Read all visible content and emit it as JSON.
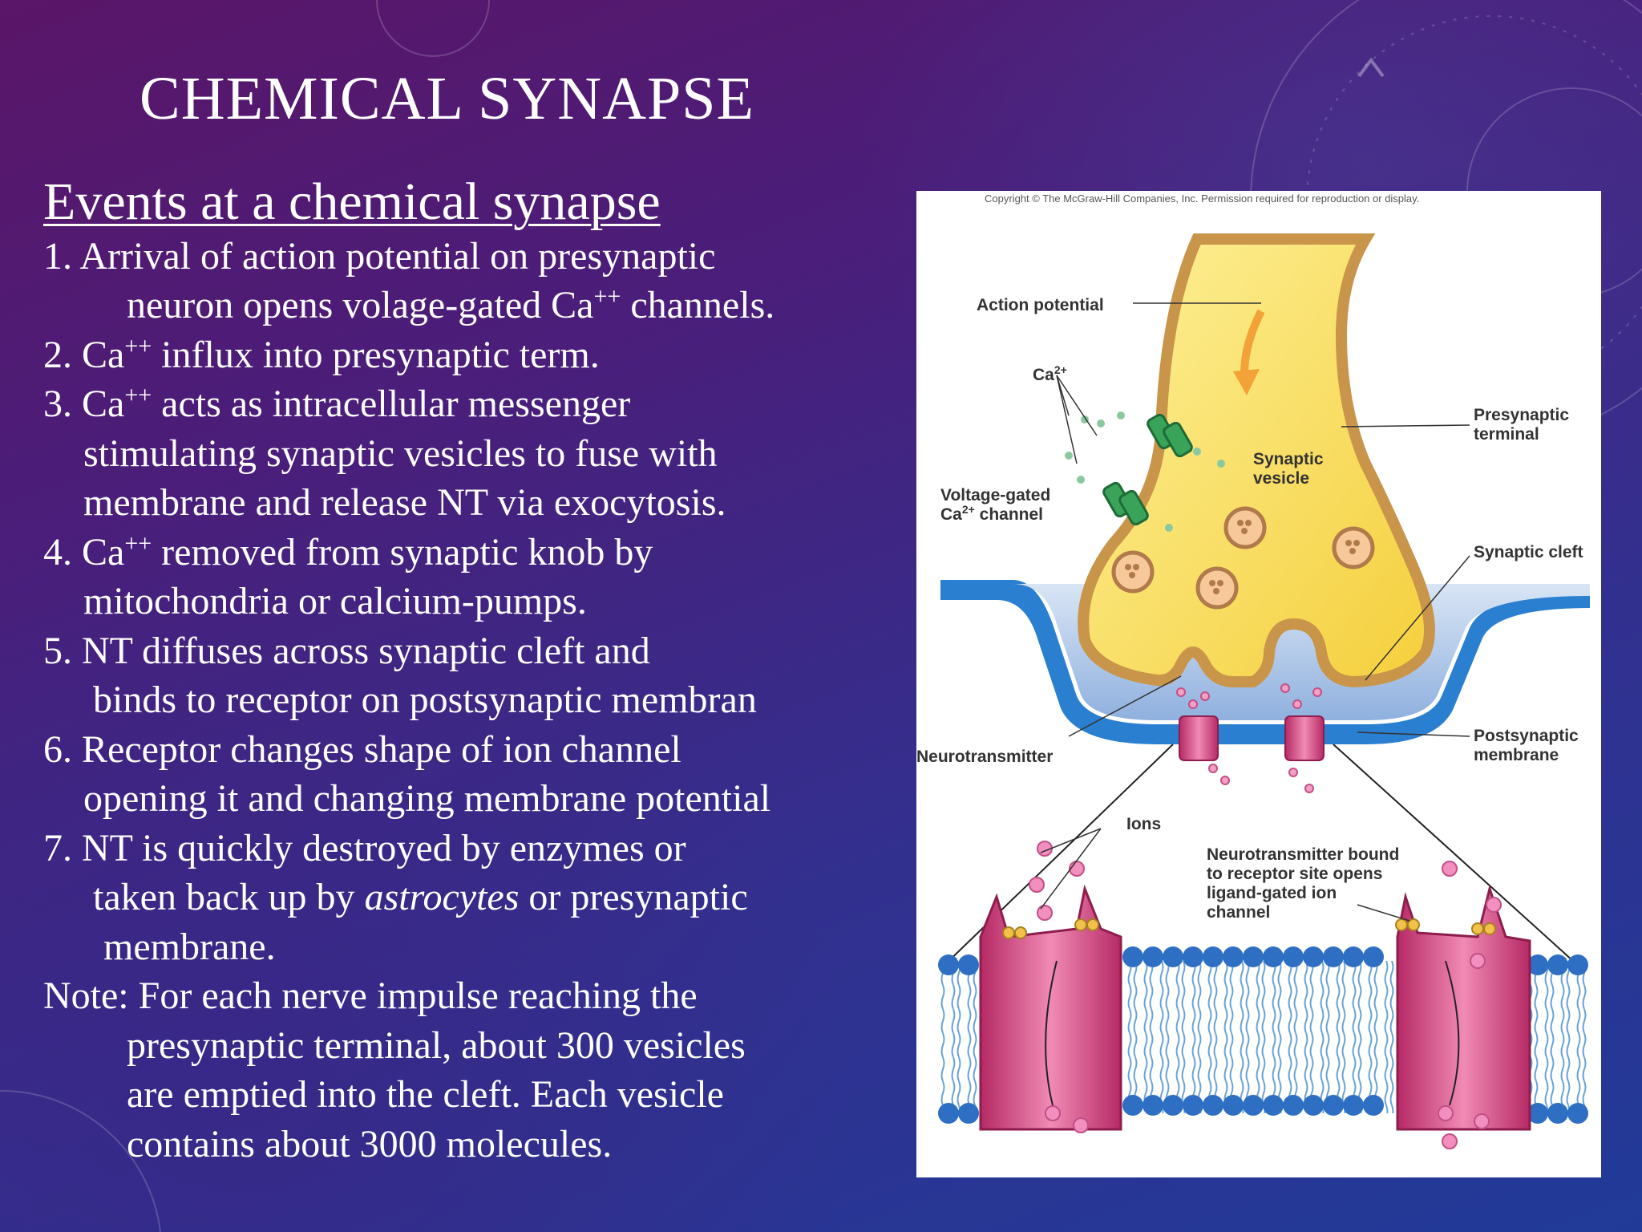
{
  "slide": {
    "title": "CHEMICAL SYNAPSE",
    "subheading": "Events at a chemical synapse",
    "steps": {
      "s1a": "1. Arrival of action potential on presynaptic",
      "s1b_pre": "neuron opens volage-gated Ca",
      "s1b_sup": "++",
      "s1b_post": " channels.",
      "s2_pre": "2. Ca",
      "s2_sup": "++",
      "s2_post": " influx into presynaptic term.",
      "s3_pre": "3. Ca",
      "s3_sup": "++",
      "s3_post": " acts as intracellular messenger",
      "s3b": "stimulating synaptic vesicles to fuse with",
      "s3c": "membrane and release NT via exocytosis.",
      "s4_pre": "4. Ca",
      "s4_sup": "++",
      "s4_post": " removed from synaptic knob by",
      "s4b": "mitochondria or calcium-pumps.",
      "s5a": "5. NT diffuses across synaptic cleft and",
      "s5b": "binds to receptor on postsynaptic membran",
      "s6a": "6. Receptor changes shape of ion channel",
      "s6b": "opening it and changing membrane potential",
      "s7a": "7. NT is quickly destroyed by enzymes or",
      "s7b_pre": "taken back up by ",
      "s7b_em": "astrocytes",
      "s7b_post": " or presynaptic",
      "s7c": "membrane."
    },
    "note": {
      "n1": "Note: For each nerve impulse reaching the",
      "n2": "presynaptic terminal, about 300 vesicles",
      "n3": "are emptied into the cleft.  Each vesicle",
      "n4": "contains about 3000 molecules."
    }
  },
  "diagram": {
    "copyright": "Copyright © The McGraw-Hill Companies, Inc. Permission required for reproduction or display.",
    "labels": {
      "action_potential": "Action potential",
      "ca": "Ca",
      "ca_sup": "2+",
      "presynaptic_1": "Presynaptic",
      "presynaptic_2": "terminal",
      "synaptic_vesicle_1": "Synaptic",
      "synaptic_vesicle_2": "vesicle",
      "vg_1": "Voltage-gated",
      "vg_2_pre": "Ca",
      "vg_2_sup": "2+",
      "vg_2_post": " channel",
      "synaptic_cleft": "Synaptic cleft",
      "neurotransmitter": "Neurotransmitter",
      "postsynaptic_1": "Postsynaptic",
      "postsynaptic_2": "membrane",
      "ions": "Ions",
      "bound_1": "Neurotransmitter bound",
      "bound_2": "to receptor site opens",
      "bound_3": "ligand-gated ion",
      "bound_4": "channel"
    },
    "colors": {
      "terminal": "#fbe36b",
      "terminal_edge": "#c9954a",
      "membrane": "#2a7fd0",
      "cleft": "#a9c4e8",
      "channel_pink": "#d9427e",
      "green_channel": "#3aa35a",
      "lipid_head": "#2e6fc4"
    },
    "icons": [
      "neuron-terminal-illustration",
      "lipid-bilayer-illustration"
    ]
  }
}
